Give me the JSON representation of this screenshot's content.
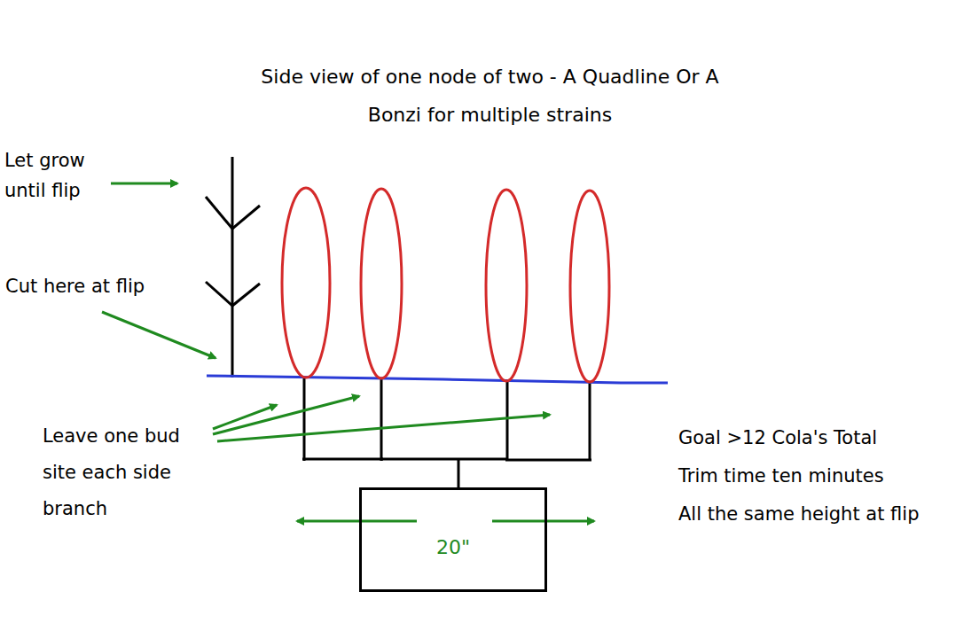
{
  "diagram": {
    "title": "Side view of one node of two - A Quadline Or A Bonzi for multiple strains",
    "nodes": [
      {
        "text": [
          "20\""
        ]
      }
    ],
    "labels": [
      "Let grow until flip",
      "Cut here at flip",
      "Leave one bud site each side branch",
      "Goal >12 Cola's Total",
      "Trim time ten minutes",
      "All the same height at flip"
    ]
  }
}
